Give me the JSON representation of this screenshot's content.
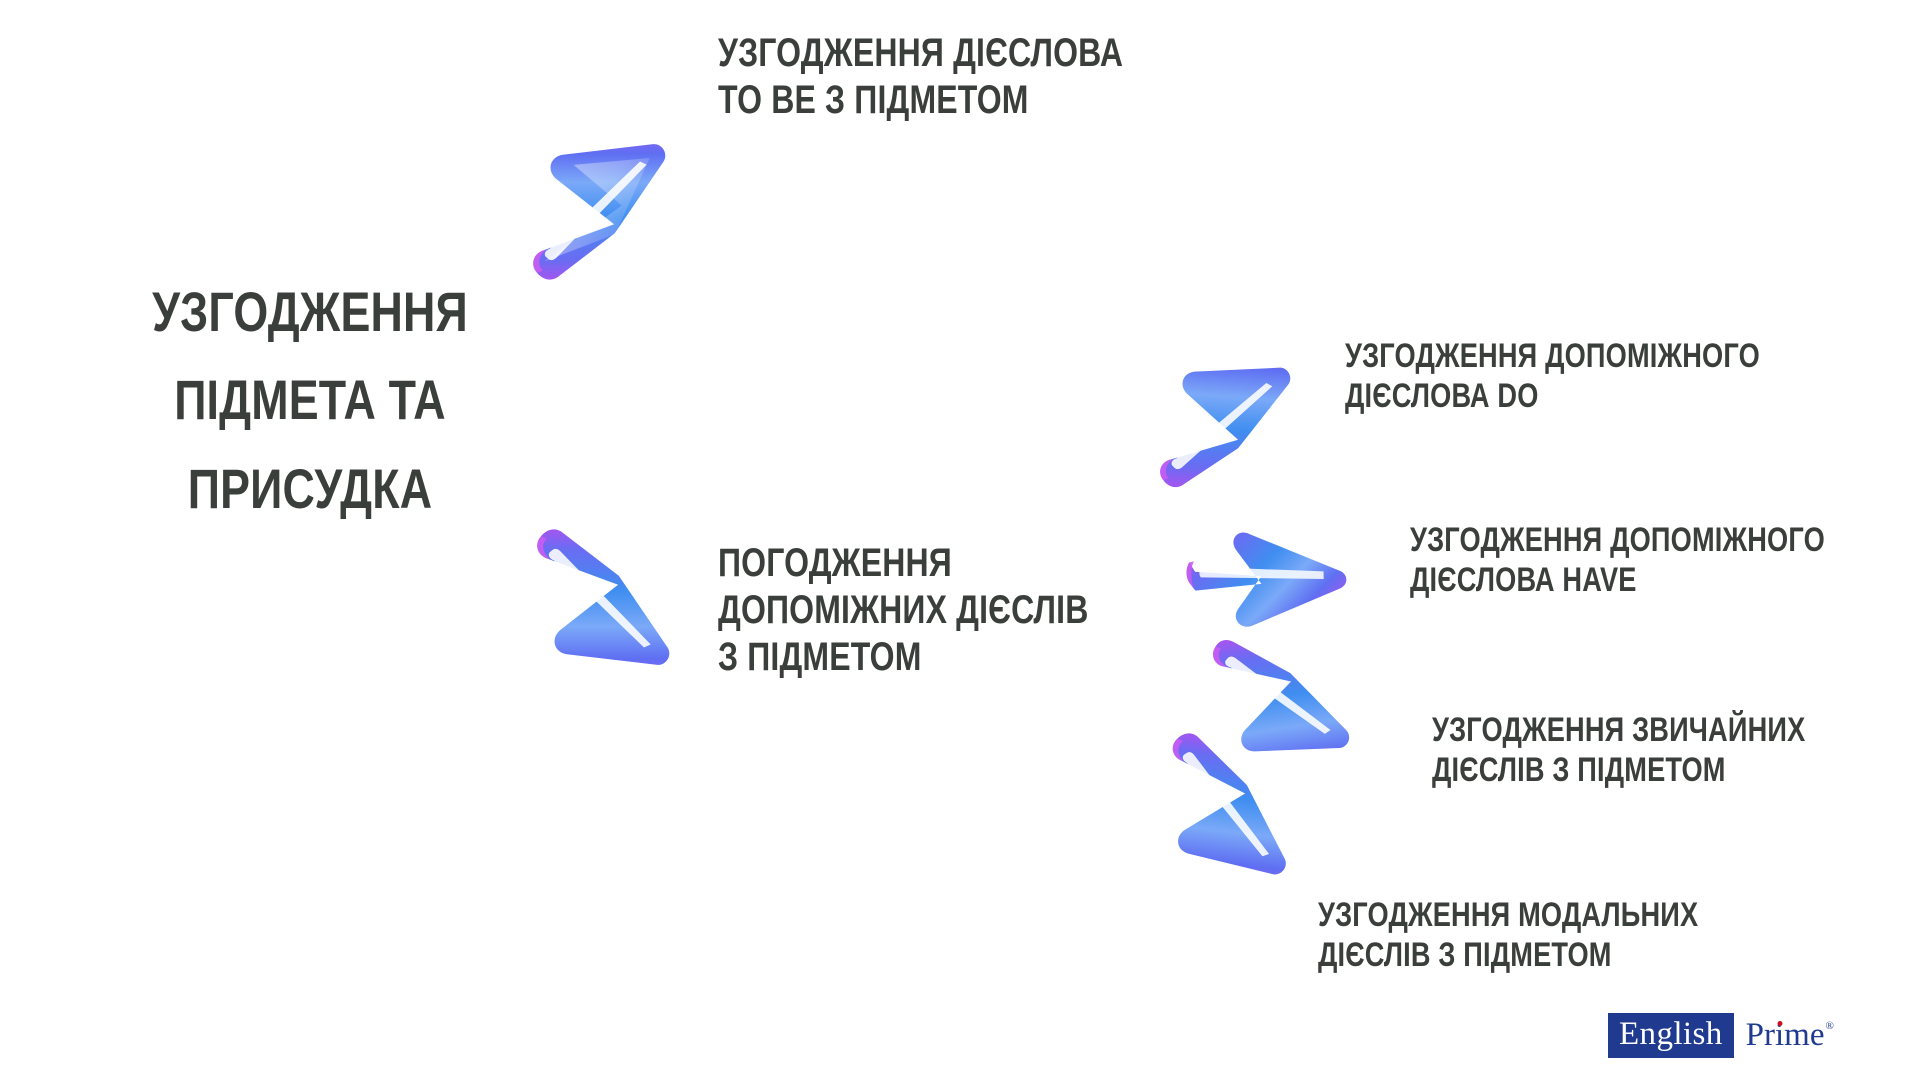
{
  "page": {
    "background_color": "#ffffff",
    "text_color": "#3a3f3b",
    "accent_arrow_colors": [
      "#4a7df0",
      "#6a5bf2",
      "#a95cf0",
      "#d24ff0",
      "#ffffff"
    ]
  },
  "diagram": {
    "type": "mind-map",
    "root": {
      "label": "УЗГОДЖЕННЯ ПІДМЕТА ТА ПРИСУДКА",
      "lines": [
        "УЗГОДЖЕННЯ",
        "ПІДМЕТА ТА",
        "ПРИСУДКА"
      ]
    },
    "branches": [
      {
        "id": "to-be",
        "label": "УЗГОДЖЕННЯ ДІЄСЛОВА TO BE З ПІДМЕТОМ",
        "lines": [
          "УЗГОДЖЕННЯ ДІЄСЛОВА",
          "TO BE З ПІДМЕТОМ"
        ],
        "arrow": "arrow-up-right"
      },
      {
        "id": "auxiliary",
        "label": "ПОГОДЖЕННЯ ДОПОМІЖНИХ ДІЄСЛІВ З ПІДМЕТОМ",
        "lines": [
          "ПОГОДЖЕННЯ",
          "ДОПОМІЖНИХ ДІЄСЛІВ",
          "З ПІДМЕТОМ"
        ],
        "arrow": "arrow-down-right",
        "children": [
          {
            "id": "aux-do",
            "label": "УЗГОДЖЕННЯ ДОПОМІЖНОГО ДІЄСЛОВА DO",
            "lines": [
              "УЗГОДЖЕННЯ ДОПОМІЖНОГО",
              "ДІЄСЛОВА DO"
            ],
            "arrow": "arrow-up-right"
          },
          {
            "id": "aux-have",
            "label": "УЗГОДЖЕННЯ ДОПОМІЖНОГО ДІЄСЛОВА HAVE",
            "lines": [
              "УЗГОДЖЕННЯ ДОПОМІЖНОГО",
              "ДІЄСЛОВА HAVE"
            ],
            "arrow": "arrow-right"
          },
          {
            "id": "regular",
            "label": "УЗГОДЖЕННЯ ЗВИЧАЙНИХ ДІЄСЛІВ З ПІДМЕТОМ",
            "lines": [
              "УЗГОДЖЕННЯ ЗВИЧАЙНИХ",
              "ДІЄСЛІВ З ПІДМЕТОМ"
            ],
            "arrow": "arrow-down-right"
          },
          {
            "id": "modal",
            "label": "УЗГОДЖЕННЯ МОДАЛЬНИХ ДІЄСЛІВ З ПІДМЕТОМ",
            "lines": [
              "УЗГОДЖЕННЯ МОДАЛЬНИХ",
              "ДІЄСЛІВ З ПІДМЕТОМ"
            ],
            "arrow": "arrow-down-right"
          }
        ]
      }
    ]
  },
  "logo": {
    "boxed_word": "English",
    "prime_before_i": "Pr",
    "prime_i": "i",
    "prime_after_i": "me",
    "registered_mark": "®",
    "box_color": "#1f3a8f",
    "dot_color": "#cc1122"
  }
}
